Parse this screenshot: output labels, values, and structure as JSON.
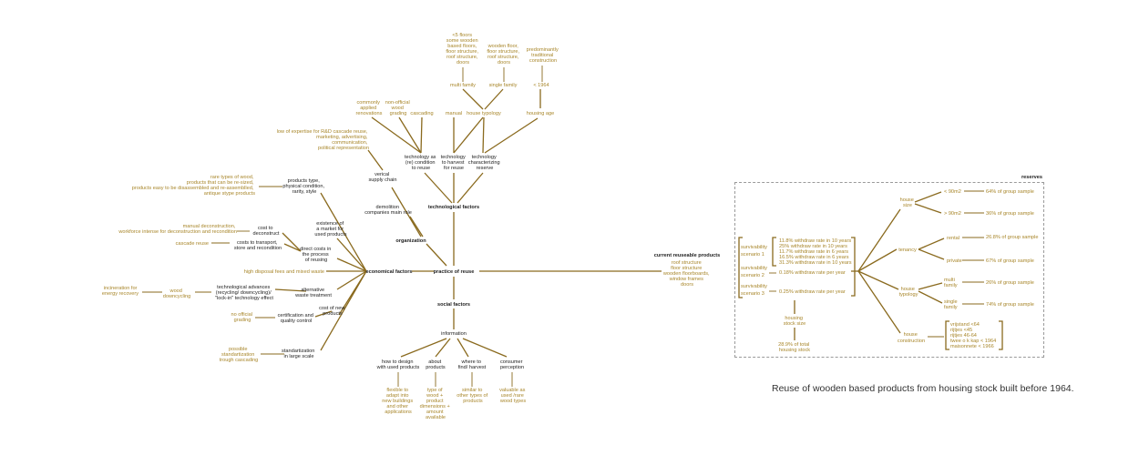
{
  "colors": {
    "line": "#8a6a1e",
    "gold_text": "#a8862a",
    "dark_text": "#222222",
    "dash": "#9a9a9a"
  },
  "caption": "Reuse of wooden based products from housing stock built before 1964.",
  "central": "practice of reuse",
  "categories": {
    "technological": "technological factors",
    "organization": "organization",
    "economical": "economical factors",
    "social": "social factors"
  },
  "technology": {
    "condition": [
      "technology as",
      "(re) condition",
      "to reuse"
    ],
    "harvest": [
      "technology",
      "to harvest",
      "for reuse"
    ],
    "reserve": [
      "technology",
      "characterizing",
      "reserve"
    ],
    "renovations": [
      "commonly",
      "applied",
      "renovations"
    ],
    "grading": [
      "non-official",
      "wood",
      "grading"
    ],
    "cascading": "cascading",
    "manual": "manual",
    "typology": "house typology",
    "age": "housing age",
    "multi": "multi family",
    "single": "single family",
    "before1964": "< 1964",
    "multi_desc": [
      "<5 floors",
      "some wooden",
      "based floors,",
      "floor structure,",
      "roof structure,",
      "doors"
    ],
    "single_desc": [
      "wooden floor,",
      "floor structure,",
      "roof structure,",
      "doors"
    ],
    "age_desc": [
      "predominantly",
      "traditional",
      "construction"
    ]
  },
  "organization_branch": {
    "vertical": [
      "verical",
      "supply chain"
    ],
    "demolition": [
      "demolition",
      "companies main role"
    ],
    "low_expertise": [
      "low of expertise for R&D cascade reuse,",
      "marketing, advertising,",
      "communication,",
      "political representation"
    ]
  },
  "economical": {
    "products_type": [
      "products type,",
      "physical condition,",
      "rarity, style"
    ],
    "rare_types": [
      "rare types of wood,",
      "products that can be re-sized,",
      "products easy to be disassembled and re-assemblled,",
      "antique stype products"
    ],
    "existence": [
      "existence of",
      "a market for",
      "used products"
    ],
    "direct_costs": [
      "direct costs in",
      "the process",
      "of reusing"
    ],
    "cost_deconstruct": [
      "cost to",
      "deconstruct"
    ],
    "manual_decon": [
      "manual deconstruction,",
      "workforce intense for deconstruction and recondition"
    ],
    "cost_transport": [
      "costs to transport,",
      "store and recondition"
    ],
    "cascade_reuse": "cascade reuse",
    "high_disposal": "high disposal fees and mixed waste",
    "alternative": [
      "alternative",
      "waste treatment"
    ],
    "tech_advances": [
      "technological advances",
      "(recycling/ downcycling)/",
      "\"lock-in\" technology effect"
    ],
    "wood_down": [
      "wood",
      "downcycling"
    ],
    "incineration": [
      "incineration for",
      "energy recovery"
    ],
    "cost_new": [
      "cost of new",
      "products"
    ],
    "certification": [
      "certification and",
      "quality control"
    ],
    "no_grading": [
      "no official",
      "grading"
    ],
    "standardization": [
      "standartization",
      "in large scale"
    ],
    "possible_std": [
      "possible",
      "standartization",
      "trough cascading"
    ]
  },
  "social": {
    "information": "information",
    "how_design": [
      "how to design",
      "with used products"
    ],
    "about": [
      "about",
      "products"
    ],
    "where": [
      "where to",
      "find/ harvest"
    ],
    "consumer": [
      "consumer",
      "perception"
    ],
    "flexible": [
      "flexible to",
      "adapt into",
      "new buildings",
      "and other",
      "applications"
    ],
    "type_wood": [
      "type of",
      "wood +",
      "product",
      "dimensions +",
      "amount",
      "available"
    ],
    "similar": [
      "similar to",
      "other types of",
      "products"
    ],
    "valuable": [
      "valuable as",
      "used /rare",
      "wood types"
    ]
  },
  "reserves": {
    "title": "reserves",
    "current_title": "current reuseable products",
    "current_items": [
      "roof structure",
      "floor structure",
      "wooden floorboards,",
      "window frames",
      "doors"
    ],
    "scenario1": [
      "survivability",
      "scenario 1"
    ],
    "scenario2": [
      "survivability",
      "scenario 2"
    ],
    "scenario3": [
      "survivability",
      "scenario 3"
    ],
    "withdraw_rates": [
      "11.8% withdraw rate in 10 years",
      "25% withdraw rate in 10 years",
      "11.7% withdraw rate in 6 years",
      "16.5% withdraw rate in 6 years",
      "31.3% withdraw rate in 10 years"
    ],
    "rate2": "0.18% withdraw rate per year",
    "rate3": "0.25% withdraw rate per year",
    "housing_size": [
      "housing",
      "stock size"
    ],
    "housing_pct": [
      "28.9% of total",
      "housing stock"
    ],
    "house_size": [
      "house",
      "size"
    ],
    "size_small": "< 90m2",
    "size_small_pct": "64% of group sample",
    "size_large": "> 90m2",
    "size_large_pct": "36% of group sample",
    "tenancy": "tenancy",
    "rental": "rental",
    "rental_pct": "26.8% of group sample",
    "private": "private",
    "private_pct": "67% of group sample",
    "house_typology": [
      "house",
      "typology"
    ],
    "multi_family": [
      "multi",
      "family"
    ],
    "multi_pct": "26% of group sample",
    "single_family": [
      "single",
      "family"
    ],
    "single_pct": "74% of group sample",
    "house_construction": [
      "house",
      "construction"
    ],
    "construction_items": [
      "vrijstand <64",
      "rijtjes <45",
      "rijtjes 46-64",
      "twee o k kap < 1964",
      "maisonnete < 1966"
    ]
  }
}
